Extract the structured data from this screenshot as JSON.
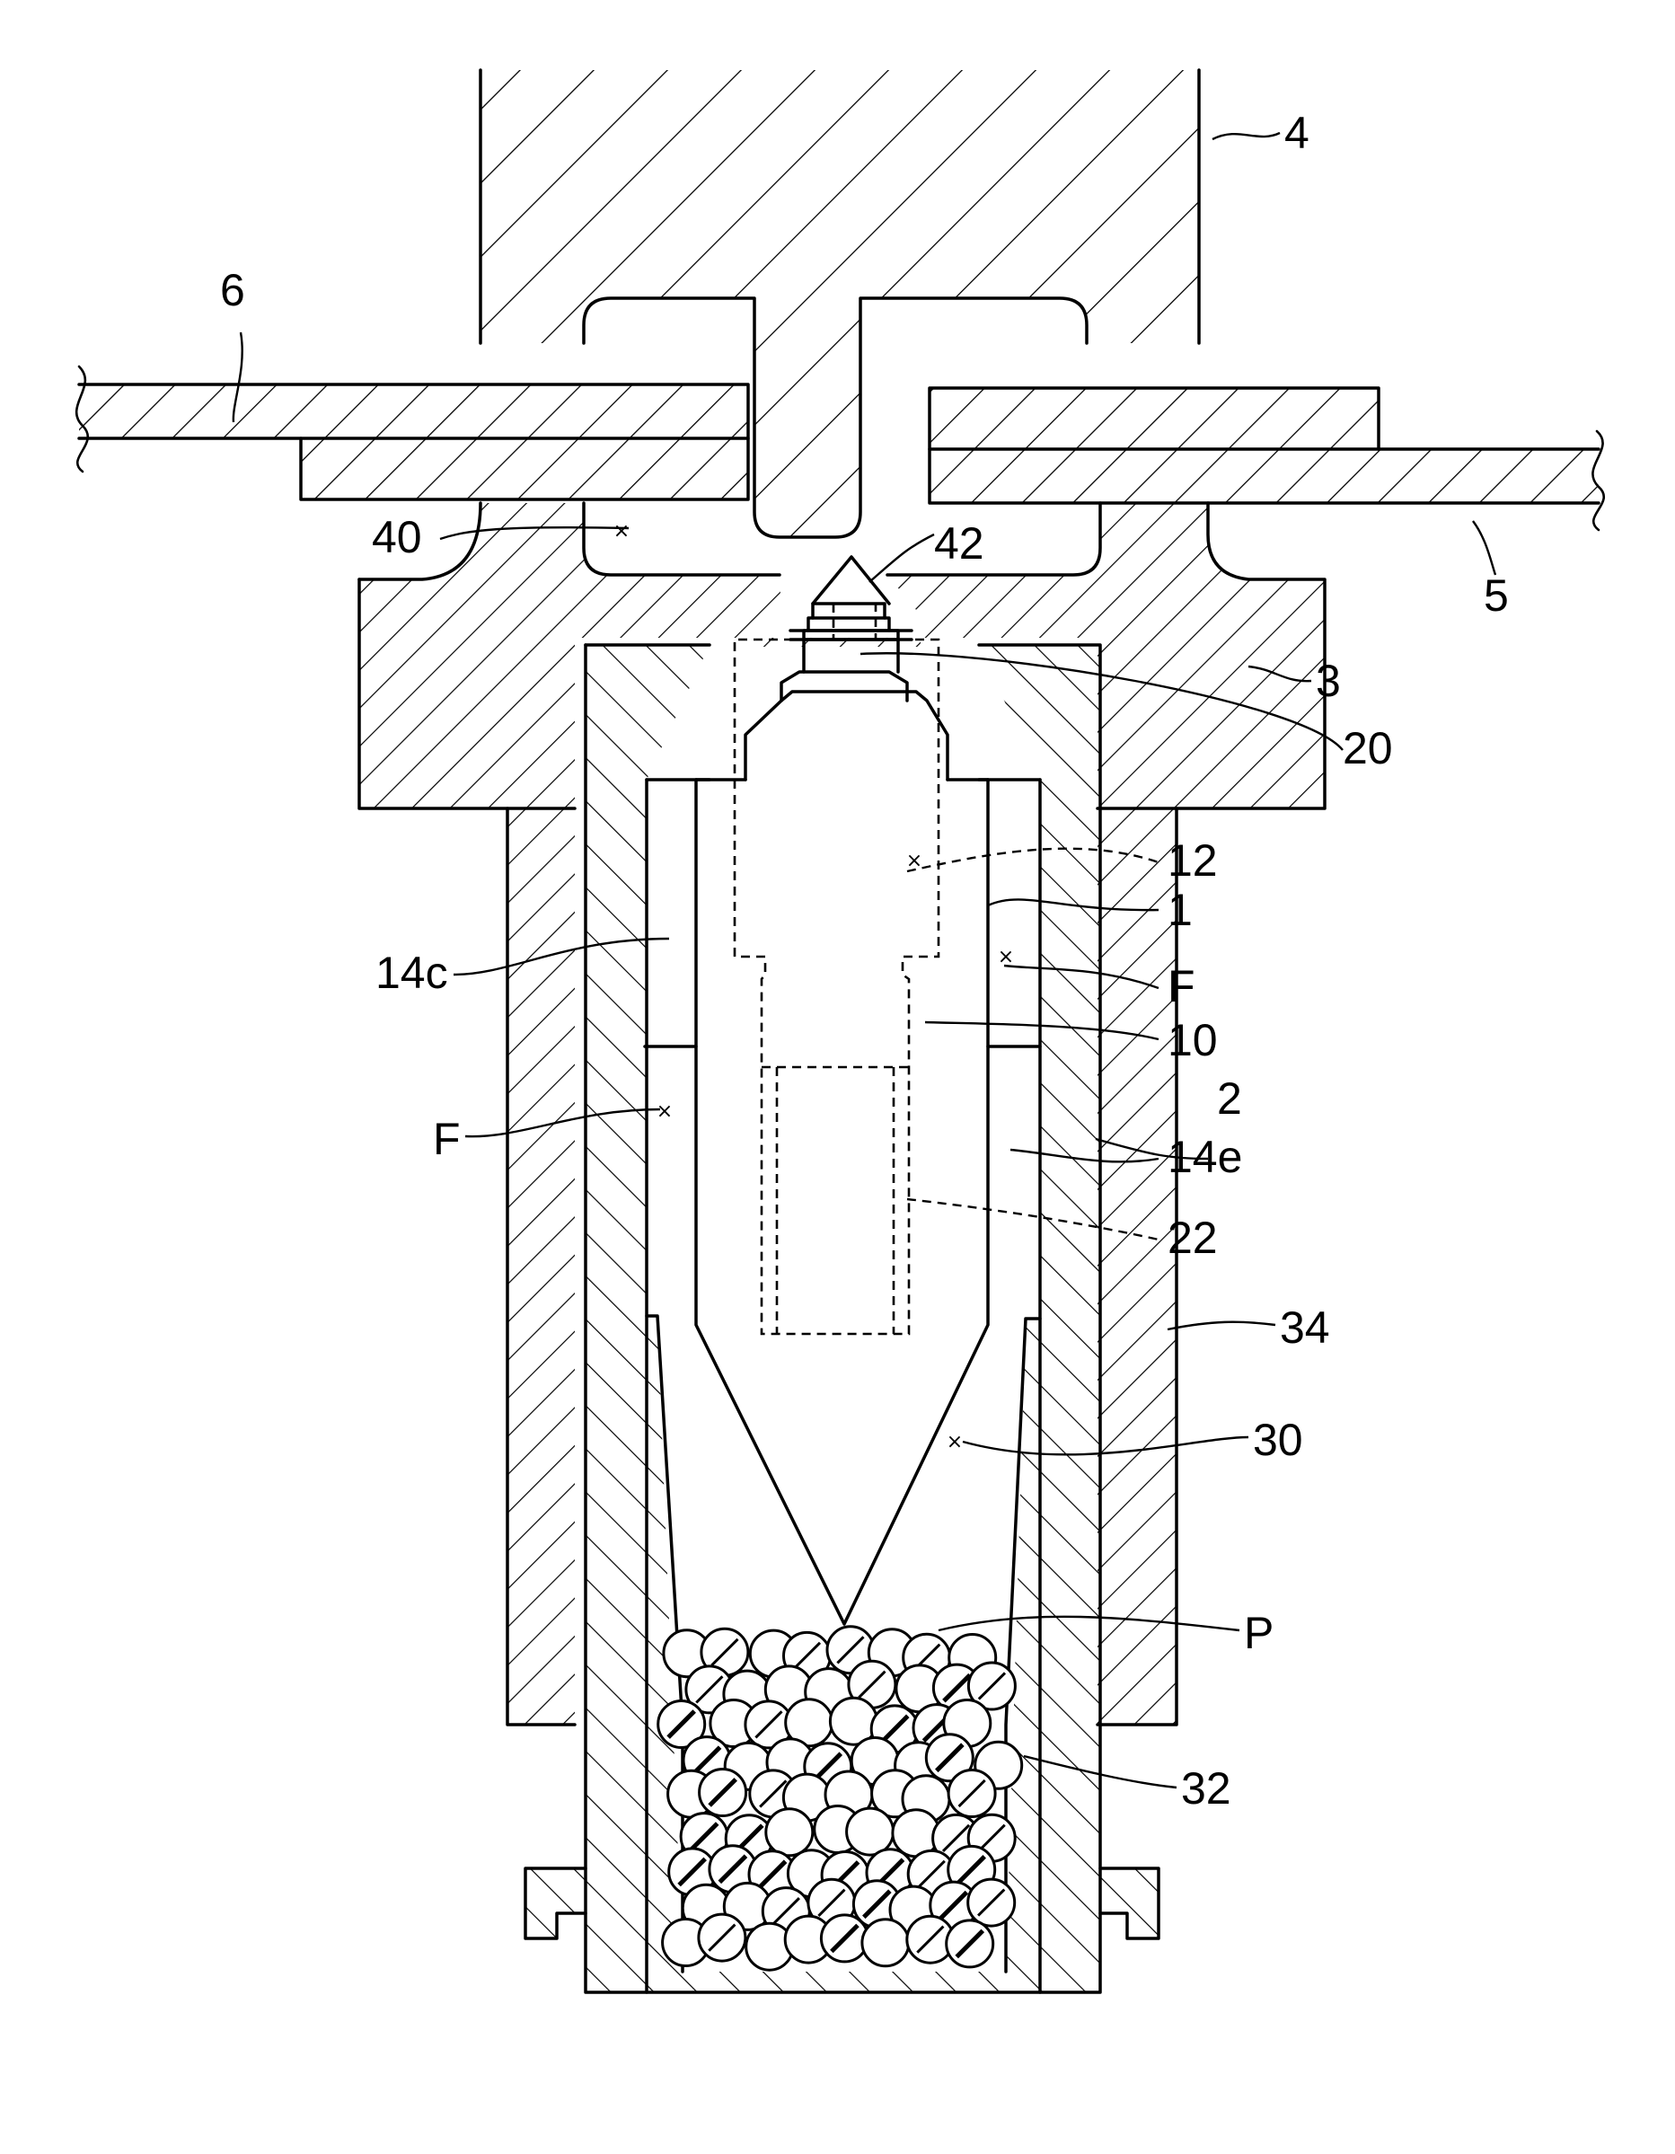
{
  "figure": {
    "labels": {
      "l4": "4",
      "l6": "6",
      "l40": "40",
      "l42": "42",
      "l5": "5",
      "l3": "3",
      "l20": "20",
      "l12": "12",
      "l1": "1",
      "l14c": "14c",
      "lF_right": "F",
      "l10": "10",
      "l2": "2",
      "lF_left": "F",
      "l14e": "14e",
      "l22": "22",
      "l34": "34",
      "l30": "30",
      "lP": "P",
      "l32": "32"
    }
  }
}
